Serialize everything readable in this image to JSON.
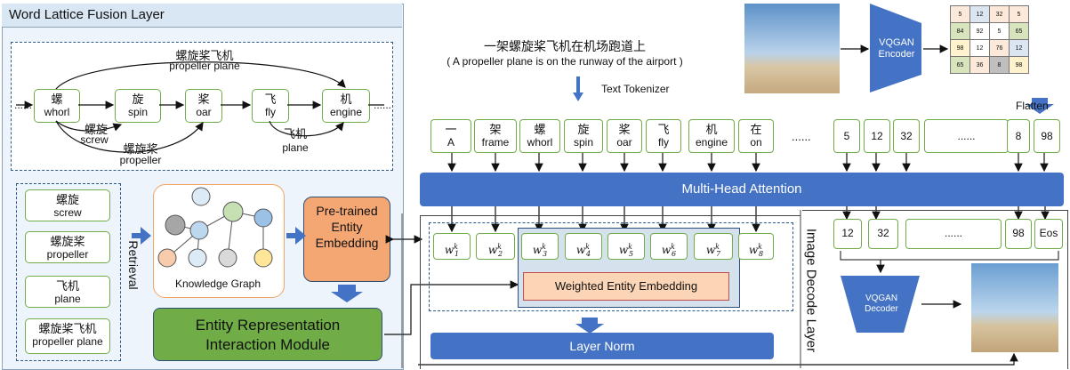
{
  "lattice": {
    "title": "Word Lattice Fusion Layer",
    "nodes": [
      {
        "zh": "螺",
        "en": "whorl"
      },
      {
        "zh": "旋",
        "en": "spin"
      },
      {
        "zh": "桨",
        "en": "oar"
      },
      {
        "zh": "飞",
        "en": "fly"
      },
      {
        "zh": "机",
        "en": "engine"
      }
    ],
    "ellipsis": "......",
    "arc_top": {
      "zh": "螺旋桨飞机",
      "en": "propeller plane"
    },
    "arc_screw": {
      "zh": "螺旋",
      "en": "screw"
    },
    "arc_propeller": {
      "zh": "螺旋桨",
      "en": "propeller"
    },
    "arc_plane": {
      "zh": "飞机",
      "en": "plane"
    }
  },
  "retrieval": {
    "items": [
      {
        "zh": "螺旋",
        "en": "screw"
      },
      {
        "zh": "螺旋桨",
        "en": "propeller"
      },
      {
        "zh": "飞机",
        "en": "plane"
      },
      {
        "zh": "螺旋桨飞机",
        "en": "propeller plane"
      }
    ],
    "label": "Retrieval"
  },
  "kg_label": "Knowledge Graph",
  "pretrained": "Pre-trained Entity Embedding",
  "erim": {
    "line1": "Entity Representation",
    "line2": "Interaction Module"
  },
  "caption": {
    "zh": "一架螺旋桨飞机在机场跑道上",
    "en": "( A propeller plane is on the runway of the airport )"
  },
  "tokenizer": "Text Tokenizer",
  "text_tokens": [
    {
      "zh": "一",
      "en": "A"
    },
    {
      "zh": "架",
      "en": "frame"
    },
    {
      "zh": "螺",
      "en": "whorl"
    },
    {
      "zh": "旋",
      "en": "spin"
    },
    {
      "zh": "桨",
      "en": "oar"
    },
    {
      "zh": "飞",
      "en": "fly"
    },
    {
      "zh": "机",
      "en": "engine"
    },
    {
      "zh": "在",
      "en": "on"
    }
  ],
  "text_ellipsis": "......",
  "image_tokens": [
    "5",
    "12",
    "32",
    "......",
    "8",
    "98"
  ],
  "mha": "Multi-Head Attention",
  "wk": [
    "1",
    "2",
    "3",
    "4",
    "5",
    "6",
    "7",
    "8"
  ],
  "weighted": "Weighted Entity Embedding",
  "layernorm": "Layer Norm",
  "vqgan_enc": {
    "l1": "VQGAN",
    "l2": "Encoder"
  },
  "vqgan_dec": {
    "l1": "VQGAN",
    "l2": "Decoder"
  },
  "flatten": "Flatten",
  "grid": [
    [
      "5",
      "12",
      "32",
      "5"
    ],
    [
      "84",
      "92",
      "5",
      "65"
    ],
    [
      "98",
      "12",
      "76",
      "12"
    ],
    [
      "65",
      "36",
      "8",
      "98"
    ]
  ],
  "grid_colors": [
    [
      "#fde9d9",
      "#dce6f2",
      "#fde9d9",
      "#fde9d9"
    ],
    [
      "#ebf1de",
      "#fff",
      "#fff",
      "#ebf1de"
    ],
    [
      "#fff2cc",
      "#fff",
      "#fde9d9",
      "#dce6f2"
    ],
    [
      "#ebf1de",
      "#fde9d9",
      "#d9d9d9",
      "#fff2cc"
    ]
  ],
  "decode_tokens": [
    "12",
    "32",
    "......",
    "98",
    "Eos"
  ],
  "decode_label": "Image Decode Layer"
}
